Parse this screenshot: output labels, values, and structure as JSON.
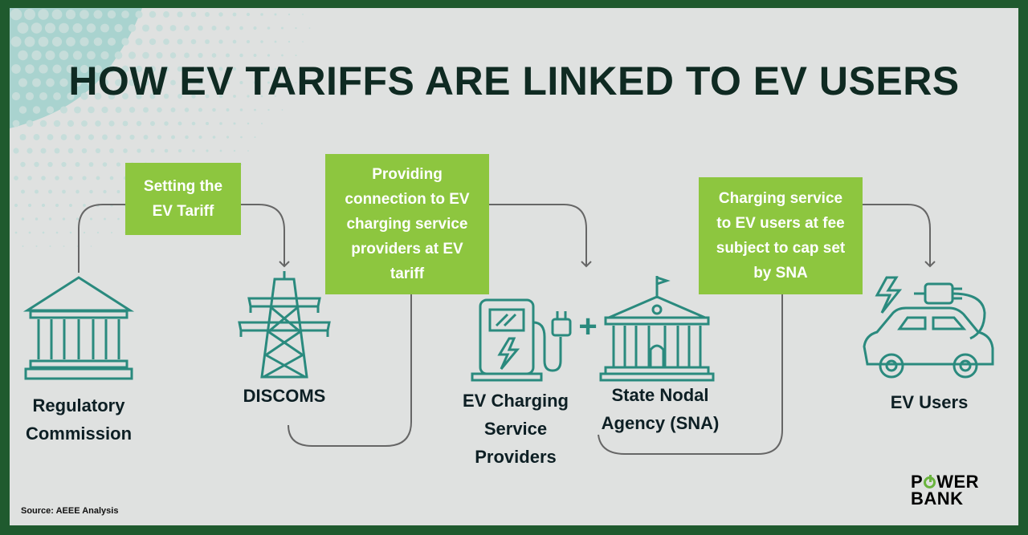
{
  "title": "HOW EV TARIFFS ARE LINKED TO EV USERS",
  "nodes": {
    "regulator": {
      "line1": "Regulatory",
      "line2": "Commission",
      "icon": "government-building-icon"
    },
    "discoms": {
      "line1": "DISCOMS",
      "icon": "transmission-tower-icon"
    },
    "providers": {
      "line1": "EV Charging",
      "line2": "Service",
      "line3": "Providers",
      "icon": "ev-charger-icon"
    },
    "sna": {
      "line1": "State Nodal",
      "line2": "Agency (SNA)",
      "icon": "state-building-icon"
    },
    "users": {
      "line1": "EV Users",
      "icon": "electric-car-icon"
    }
  },
  "links": {
    "tariff": {
      "line1": "Setting the",
      "line2": "EV Tariff"
    },
    "connection": {
      "line1": "Providing",
      "line2": "connection to EV",
      "line3": "charging service",
      "line4": "providers at EV",
      "line5": "tariff"
    },
    "service": {
      "line1": "Charging service",
      "line2": "to EV users at fee",
      "line3": "subject to cap set",
      "line4": "by SNA"
    }
  },
  "plus_sign": "+",
  "source": "Source: AEEE Analysis",
  "logo": {
    "line1_a": "P",
    "line1_b": "WER",
    "line2": "BANK"
  },
  "colors": {
    "accent_green": "#8dc63f",
    "icon_teal": "#2a8a7e",
    "frame_green": "#1f5a2e",
    "title_dark": "#0f2a22"
  }
}
